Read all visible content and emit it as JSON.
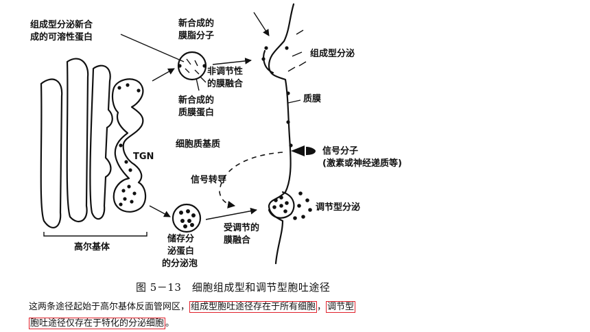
{
  "labels": {
    "constitutive_soluble_line1": "组成型分泌新合",
    "constitutive_soluble_line2": "成的可溶性蛋白",
    "new_lipid_line1": "新合成的",
    "new_lipid_line2": "膜脂分子",
    "constitutive_secretion": "组成型分泌",
    "nonregulated_line1": "非调节性",
    "nonregulated_line2": "的膜融合",
    "plasma_membrane": "质膜",
    "new_membrane_protein_line1": "新合成的",
    "new_membrane_protein_line2": "质膜蛋白",
    "tgn": "TGN",
    "cytoplasmic_matrix": "细胞质基质",
    "signal_molecule_line1": "信号分子",
    "signal_molecule_line2": "(激素或神经递质等)",
    "signal_transduction": "信号转导",
    "regulated_secretion": "调节型分泌",
    "regulated_fusion_line1": "受调节的",
    "regulated_fusion_line2": "膜融合",
    "storage_vesicle_line1": "储存分",
    "storage_vesicle_line2": "泌蛋白",
    "storage_vesicle_line3": "的分泌泡",
    "golgi": "高尔基体"
  },
  "caption": "图 5－13　细胞组成型和调节型胞吐途径",
  "text": {
    "part1": "这两条途径起始于高尔基体反面管网区，",
    "highlight1": "组成型胞吐途径存在于所有细胞",
    "part2": "，",
    "highlight2a": "调节型",
    "highlight2b": "胞吐途径仅存在于特化的分泌细胞",
    "part3": "。"
  },
  "colors": {
    "highlight_border": "#e0202a",
    "ink": "#111111"
  }
}
